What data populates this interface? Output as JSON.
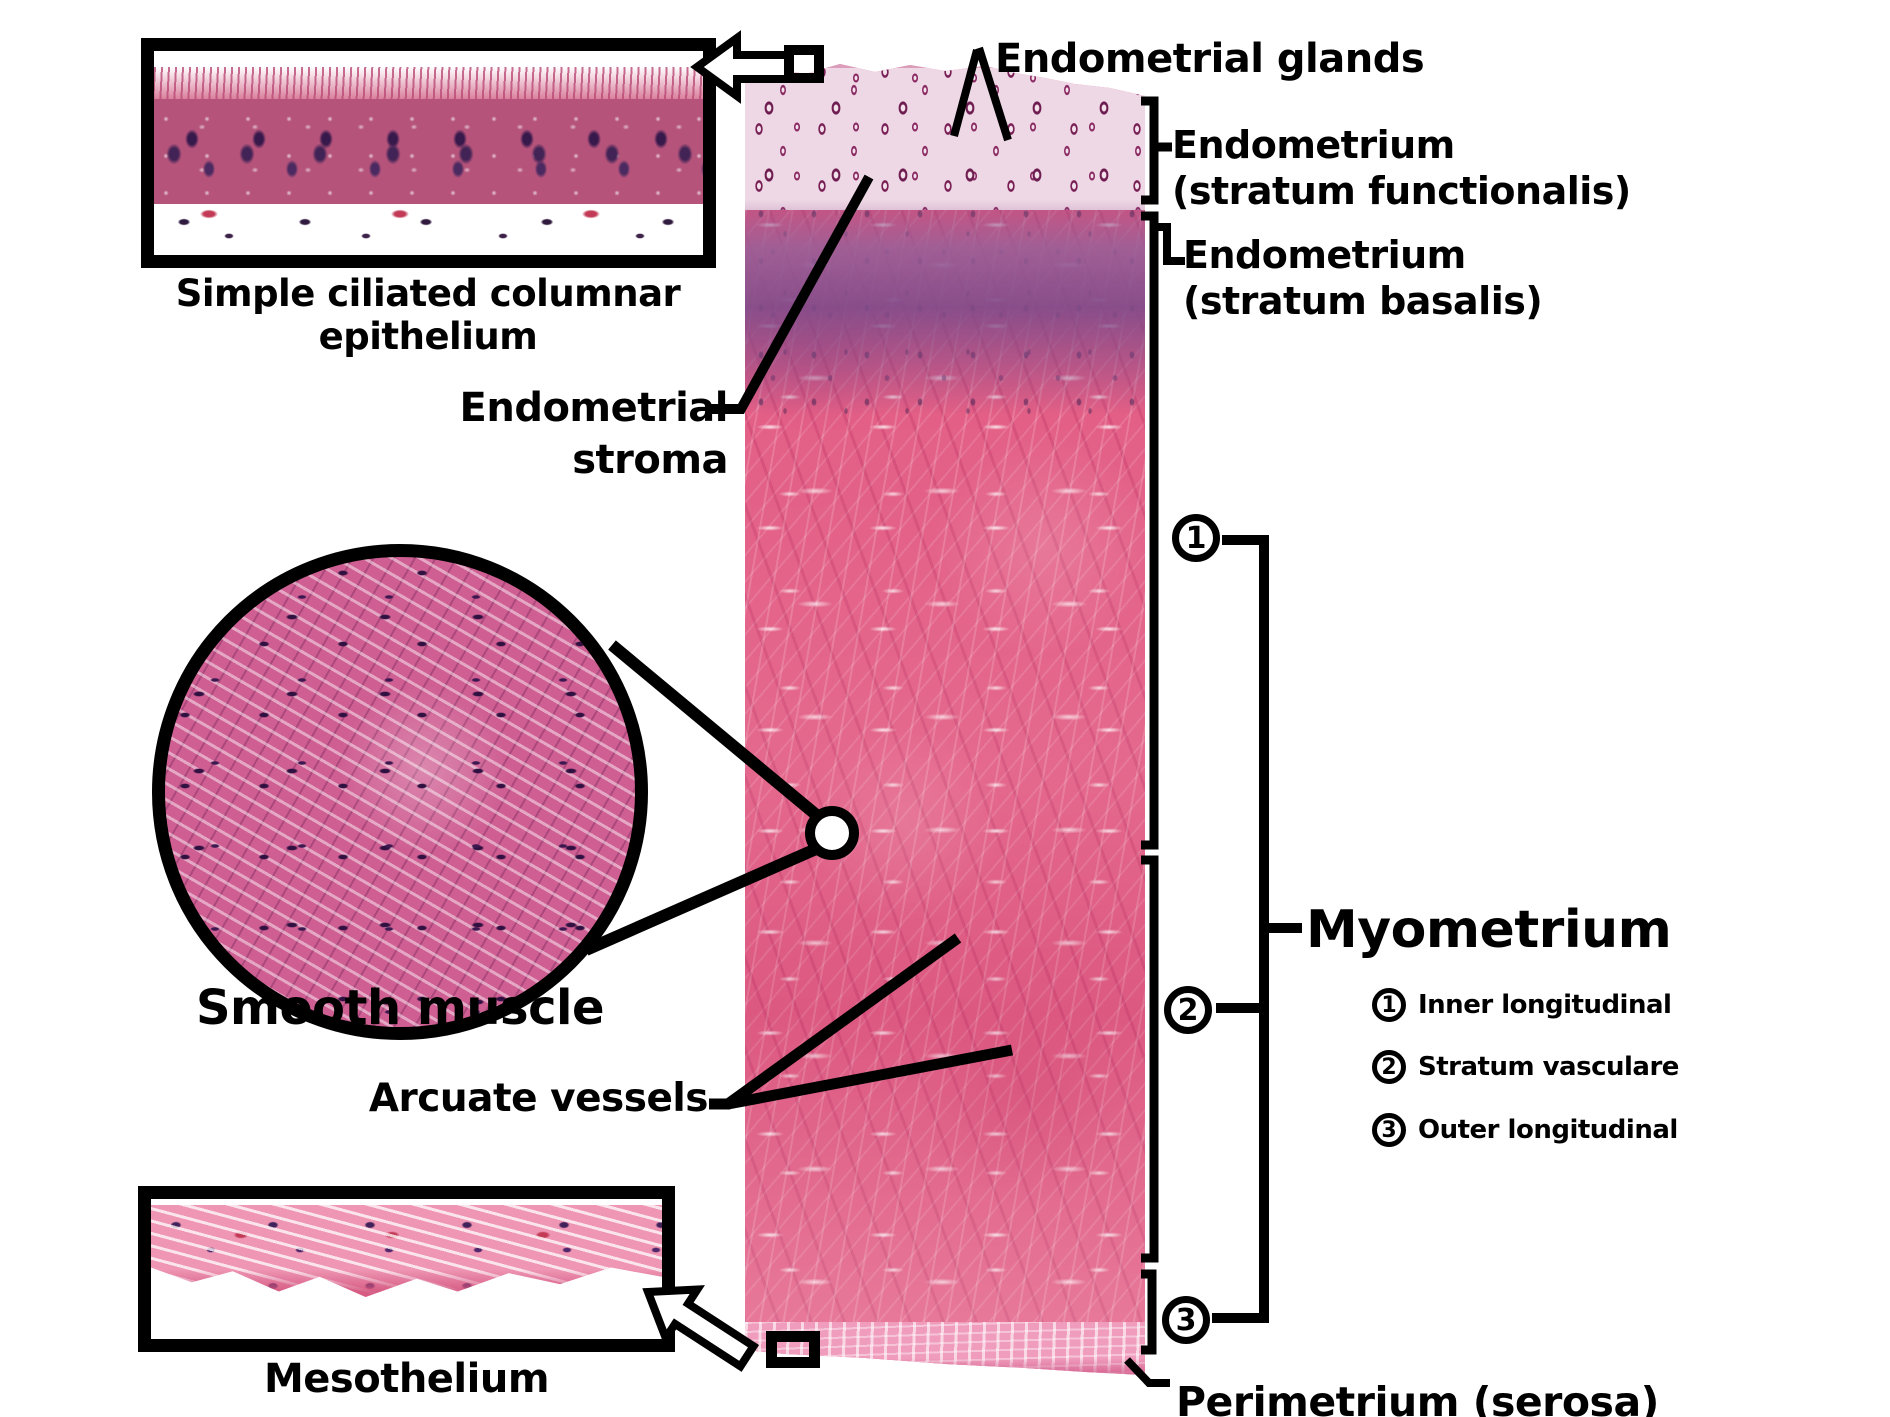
{
  "labels": {
    "endometrial_glands": "Endometrial glands",
    "endometrium_functionalis": {
      "line1": "Endometrium",
      "line2": "(stratum functionalis)"
    },
    "endometrium_basalis": {
      "line1": "Endometrium",
      "line2": "(stratum basalis)"
    },
    "endometrial_stroma": {
      "line1": "Endometrial",
      "line2": "stroma"
    },
    "arcuate_vessels": "Arcuate vessels",
    "myometrium": "Myometrium",
    "perimetrium": "Perimetrium (serosa)"
  },
  "insets": {
    "epithelium": {
      "caption_line1": "Simple ciliated columnar",
      "caption_line2": "epithelium"
    },
    "smooth_muscle": {
      "caption": "Smooth muscle"
    },
    "mesothelium": {
      "caption": "Mesothelium"
    }
  },
  "region_markers": {
    "r1": "1",
    "r2": "2",
    "r3": "3"
  },
  "legend": {
    "items": [
      {
        "num": "1",
        "label": "Inner longitudinal"
      },
      {
        "num": "2",
        "label": "Stratum vasculare"
      },
      {
        "num": "3",
        "label": "Outer longitudinal"
      }
    ]
  },
  "colors": {
    "ink": "#000000",
    "myometrium_pink": "#e35f86",
    "functionalis_light": "#eed8e5",
    "basalis_purple": "#98609b",
    "serosa_light": "#f09dbd"
  }
}
